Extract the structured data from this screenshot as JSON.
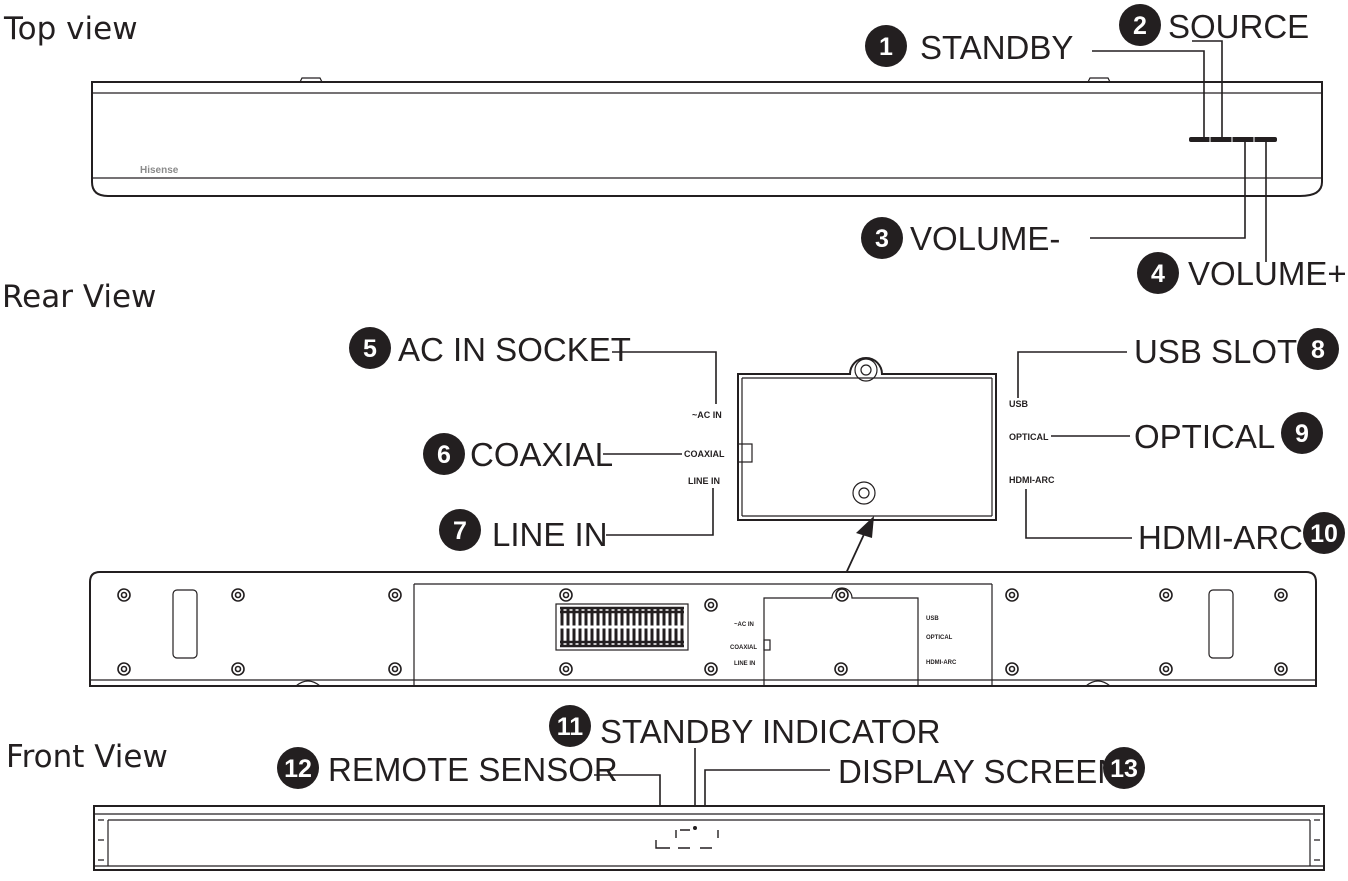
{
  "views": {
    "top": "Top view",
    "rear": "Rear View",
    "front": "Front View"
  },
  "brand": "Hisense",
  "callouts": [
    {
      "num": "1",
      "label": "STANDBY"
    },
    {
      "num": "2",
      "label": "SOURCE"
    },
    {
      "num": "3",
      "label": "VOLUME-"
    },
    {
      "num": "4",
      "label": "VOLUME+"
    },
    {
      "num": "5",
      "label": "AC IN SOCKET"
    },
    {
      "num": "6",
      "label": "COAXIAL"
    },
    {
      "num": "7",
      "label": "LINE IN"
    },
    {
      "num": "8",
      "label": "USB SLOT"
    },
    {
      "num": "9",
      "label": "OPTICAL"
    },
    {
      "num": "10",
      "label": "HDMI-ARC"
    },
    {
      "num": "11",
      "label": "STANDBY INDICATOR"
    },
    {
      "num": "12",
      "label": "REMOTE SENSOR"
    },
    {
      "num": "13",
      "label": "DISPLAY SCREEN"
    }
  ],
  "panel_labels": {
    "ac_in": "~AC  IN",
    "coaxial": "COAXIAL",
    "line_in": "LINE  IN",
    "usb": "USB",
    "optical": "OPTICAL",
    "hdmi_arc": "HDMI-ARC"
  }
}
